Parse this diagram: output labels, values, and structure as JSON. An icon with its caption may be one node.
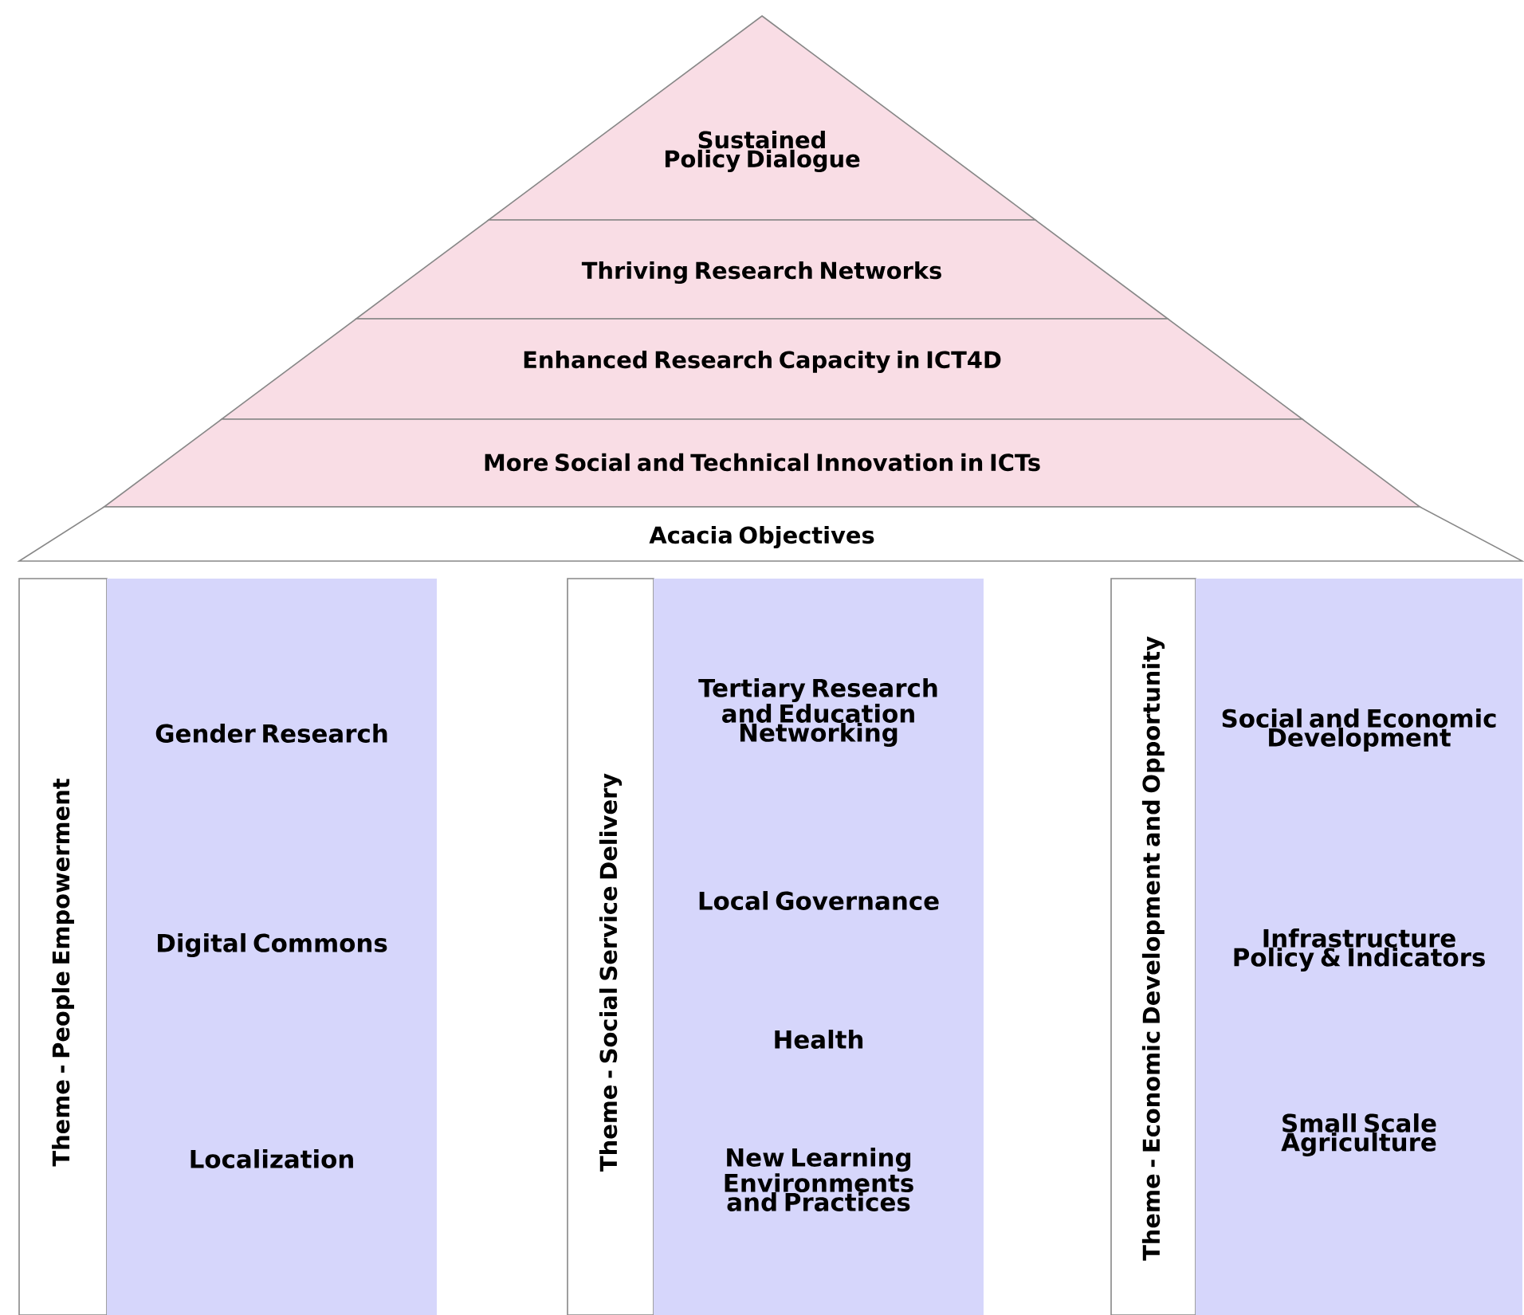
{
  "diagram": {
    "nodes": [
      {
        "text": [
          "Sustained Policy Dialogue"
        ]
      },
      {
        "text": [
          "Thriving Research Networks"
        ]
      },
      {
        "text": [
          "Enhanced Research Capacity in ICT4D"
        ]
      },
      {
        "text": [
          "More Social and Technical Innovation in ICTs"
        ]
      },
      {
        "text": [
          "Acacia Objectives"
        ]
      },
      {
        "text": [
          "Theme - People Empowerment"
        ]
      },
      {
        "text": [
          "Gender Research",
          "Digital Commons",
          "Localization"
        ]
      },
      {
        "text": [
          "Theme - Social Service Delivery"
        ]
      },
      {
        "text": [
          "Tertiary Research and Education Networking",
          "Local Governance",
          "Health",
          "New Learning Environments and Practices"
        ]
      },
      {
        "text": [
          "Theme - Economic Development and Opportunity"
        ]
      },
      {
        "text": [
          "Social and Economic Development",
          "Infrastructure Policy & Indicators",
          "Small Scale Agriculture"
        ]
      }
    ]
  }
}
